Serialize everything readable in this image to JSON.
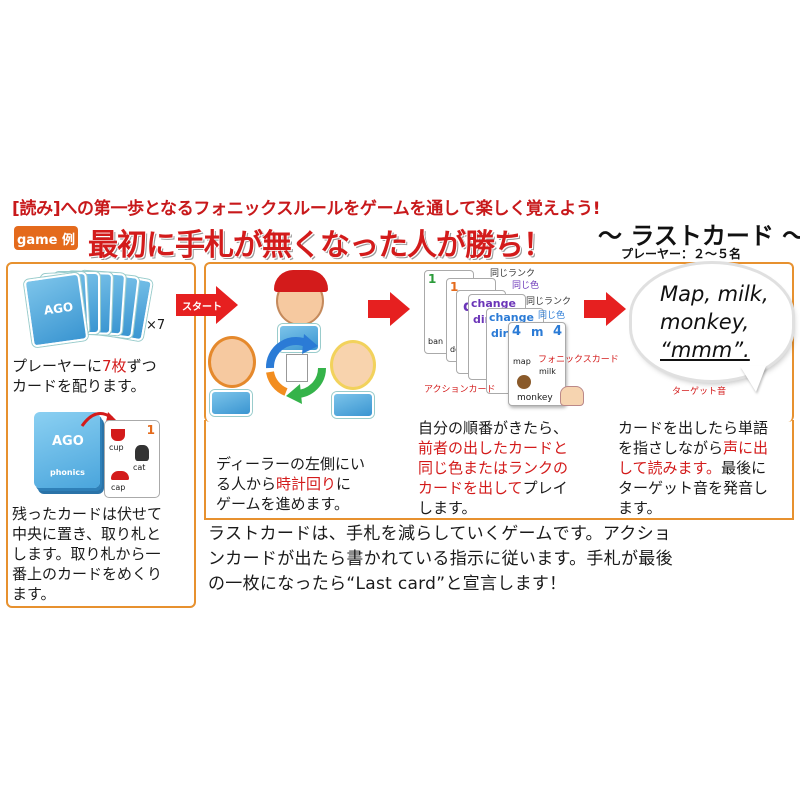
{
  "header": {
    "subtitle": "[読み]への第一歩となるフォニックスルールをゲームを通して楽しく覚えよう!",
    "badge": "game 例",
    "headline": "最初に手札が無くなった人が勝ち！",
    "brand": "～ ラストカード ～",
    "players": "プレーヤー：２～５名"
  },
  "left_panel": {
    "multiplier": "×7",
    "step1_a": "プレーヤーに",
    "step1_b": "7枚",
    "step1_c": "ずつ",
    "step1_d": "カードを配ります。",
    "step2_lines": [
      "残ったカードは伏せて",
      "中央に置き、取り札と",
      "します。取り札から一",
      "番上のカードをめくり",
      "ます。"
    ],
    "card_logo": "AGO",
    "card_words": [
      "cup",
      "cat",
      "cap"
    ],
    "card_number": "1",
    "deck_label": "phonics"
  },
  "flow": {
    "start_label": "スタート",
    "dealer_a": "ディーラーの左側にい",
    "dealer_b": "る人から",
    "dealer_c": "時計回り",
    "dealer_d": "に",
    "dealer_e": "ゲームを進めます。",
    "turn_a": "自分の順番がきたら、",
    "turn_b": "前者の出したカードと",
    "turn_c": "同じ色またはランクの",
    "turn_d": "カードを出して",
    "turn_e": "プレイ",
    "turn_f": "します。",
    "call_a": "カードを出したら単語",
    "call_b": "を指さしながら",
    "call_c": "声に出",
    "call_d": "して読みます。",
    "call_e": "最後に",
    "call_f": "ターゲット音を発音し",
    "call_g": "ます。"
  },
  "cards_fan": {
    "same_rank_1": "同じランク",
    "same_color_1": "同じ色",
    "same_rank_2": "同じランク",
    "same_color_2": "同じ色",
    "word_change_1": "change",
    "word_dire_1": "dire",
    "word_change_2": "change",
    "word_dire_2": "dire",
    "word_ban": "ban",
    "word_do": "do",
    "word_d": "d",
    "word_map": "map",
    "word_milk": "milk",
    "word_monkey": "monkey",
    "word_m": "m",
    "num_4a": "4",
    "num_4b": "4",
    "num_1": "1",
    "num_1b": "1",
    "action_label": "アクションカード",
    "phonics_label": "フォニックスカード"
  },
  "speech": {
    "line1": "Map, milk,",
    "line2": "monkey,",
    "line3": "“mmm”.",
    "target_label": "ターゲット音"
  },
  "summary": {
    "line1": "ラストカードは、手札を減らしていくゲームです。アクショ",
    "line2": "ンカードが出たら書かれている指示に従います。手札が最後",
    "line3": "の一枚になったら“Last card”と宣言します！"
  },
  "colors": {
    "accent_red": "#d31b1b",
    "frame_orange": "#e7912f",
    "card_blue": "#3a95d1"
  }
}
